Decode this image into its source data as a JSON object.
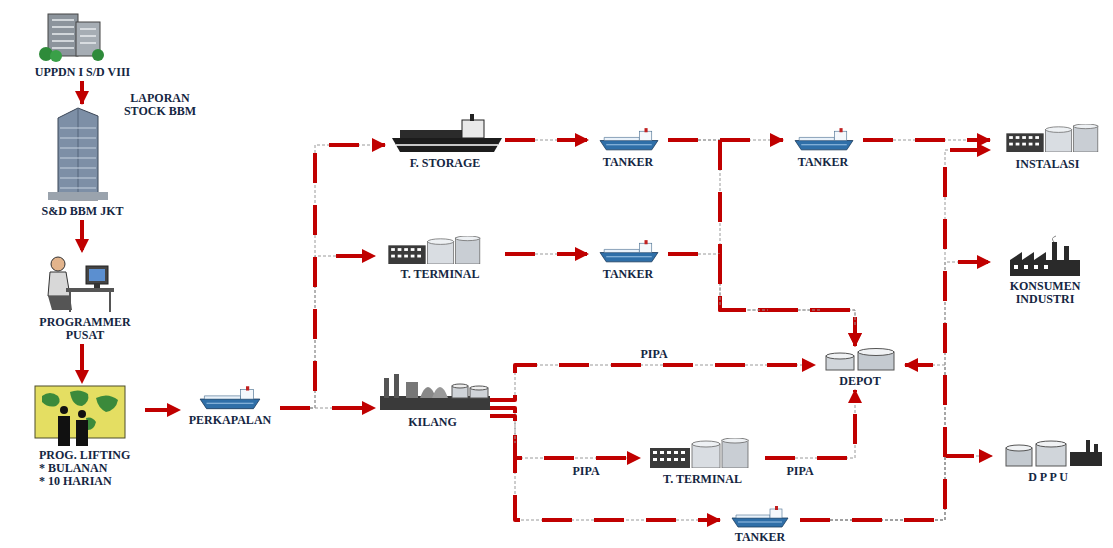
{
  "diagram": {
    "nodes": [
      {
        "text": [
          "UPPDN I S/D VIII"
        ]
      },
      {
        "text": [
          "S&D BBM JKT"
        ]
      },
      {
        "text": [
          "PROGRAMMER PUSAT"
        ]
      },
      {
        "text": [
          "PROG. LIFTING",
          "* BULANAN",
          "* 10 HARIAN"
        ]
      },
      {
        "text": [
          "F. STORAGE"
        ]
      },
      {
        "text": [
          "TANKER"
        ]
      },
      {
        "text": [
          "TANKER"
        ]
      },
      {
        "text": [
          "INSTALASI"
        ]
      },
      {
        "text": [
          "T. TERMINAL"
        ]
      },
      {
        "text": [
          "TANKER"
        ]
      },
      {
        "text": [
          "KONSUMEN INDUSTRI"
        ]
      },
      {
        "text": [
          "DEPOT"
        ]
      },
      {
        "text": [
          "PERKAPALAN"
        ]
      },
      {
        "text": [
          "KILANG"
        ]
      },
      {
        "text": [
          "T. TERMINAL"
        ]
      },
      {
        "text": [
          "D P P U"
        ]
      },
      {
        "text": [
          "TANKER"
        ]
      }
    ],
    "edges": [
      {
        "from": 0,
        "to": 1,
        "arrow": "to",
        "label": "LAPORAN STOCK BBM"
      },
      {
        "from": 1,
        "to": 2,
        "arrow": "to"
      },
      {
        "from": 2,
        "to": 3,
        "arrow": "to"
      },
      {
        "from": 3,
        "to": 12,
        "arrow": "to"
      },
      {
        "from": 12,
        "to": 13,
        "arrow": "to"
      },
      {
        "from": 12,
        "to": 4,
        "arrow": "to"
      },
      {
        "from": 12,
        "to": 8,
        "arrow": "to"
      },
      {
        "from": 4,
        "to": 5,
        "arrow": "to"
      },
      {
        "from": 5,
        "to": 6,
        "arrow": "to"
      },
      {
        "from": 6,
        "to": 7,
        "arrow": "to"
      },
      {
        "from": 5,
        "to": 11,
        "arrow": "to"
      },
      {
        "from": 8,
        "to": 9,
        "arrow": "to"
      },
      {
        "from": 9,
        "to": 11,
        "arrow": "to"
      },
      {
        "from": 13,
        "to": 11,
        "arrow": "to",
        "label": "PIPA"
      },
      {
        "from": 13,
        "to": 14,
        "arrow": "to",
        "label": "PIPA"
      },
      {
        "from": 14,
        "to": 11,
        "arrow": "to",
        "label": "PIPA"
      },
      {
        "from": 13,
        "to": 16,
        "arrow": "to"
      },
      {
        "from": 16,
        "to": 15,
        "arrow": "to"
      },
      {
        "from": 16,
        "to": 10,
        "arrow": "to"
      },
      {
        "from": 16,
        "to": 11,
        "arrow": "to"
      },
      {
        "from": 16,
        "to": 7,
        "arrow": "to"
      }
    ]
  }
}
